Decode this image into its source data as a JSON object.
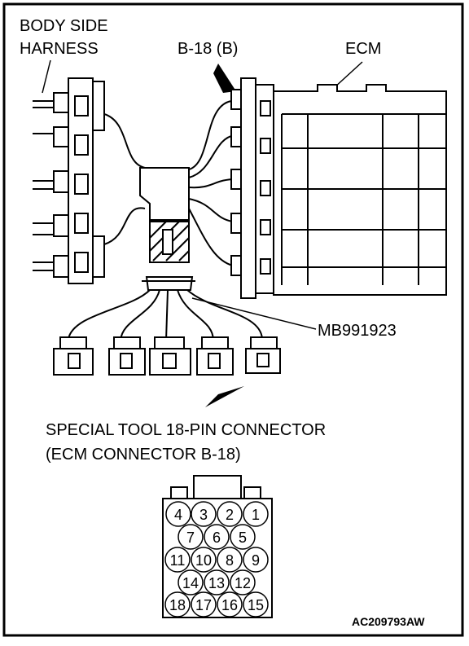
{
  "labels": {
    "body_side_line1": "BODY SIDE",
    "body_side_line2": "HARNESS",
    "b18": "B-18 (B)",
    "ecm": "ECM",
    "tool": "MB991923",
    "connector_line1": "SPECIAL TOOL 18-PIN CONNECTOR",
    "connector_line2": "(ECM CONNECTOR B-18)",
    "figure_code": "AC209793AW"
  },
  "pins": {
    "p1": "1",
    "p2": "2",
    "p3": "3",
    "p4": "4",
    "p5": "5",
    "p6": "6",
    "p7": "7",
    "p8": "8",
    "p9": "9",
    "p10": "10",
    "p11": "11",
    "p12": "12",
    "p13": "13",
    "p14": "14",
    "p15": "15",
    "p16": "16",
    "p17": "17",
    "p18": "18"
  }
}
